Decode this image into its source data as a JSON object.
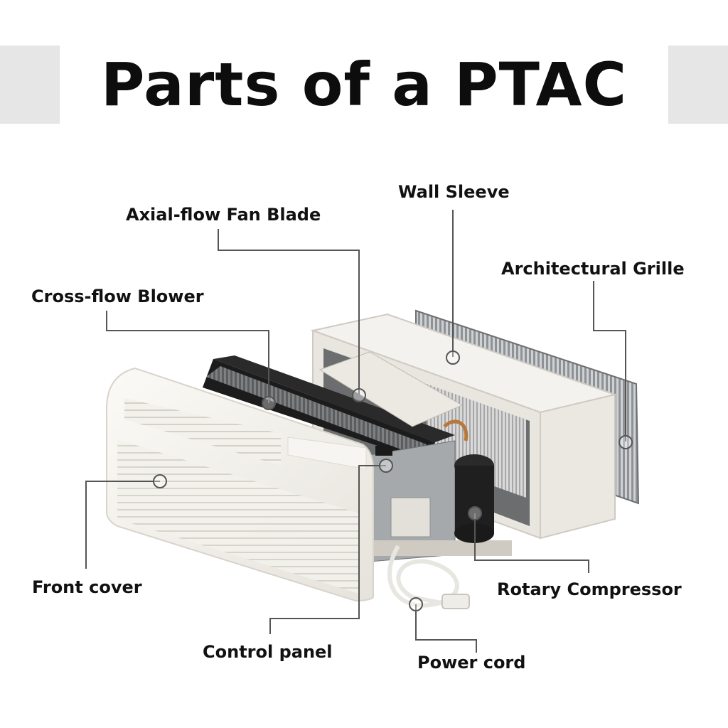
{
  "title": "Parts of a PTAC",
  "labels": {
    "wall_sleeve": "Wall Sleeve",
    "axial_fan": "Axial-flow Fan Blade",
    "architectural_grille": "Architectural Grille",
    "cross_flow_blower": "Cross-flow Blower",
    "front_cover": "Front cover",
    "rotary_compressor": "Rotary Compressor",
    "control_panel": "Control panel",
    "power_cord": "Power cord"
  },
  "colors": {
    "title_band": "#e6e6e6",
    "leader_line": "#555555",
    "text": "#111111"
  }
}
